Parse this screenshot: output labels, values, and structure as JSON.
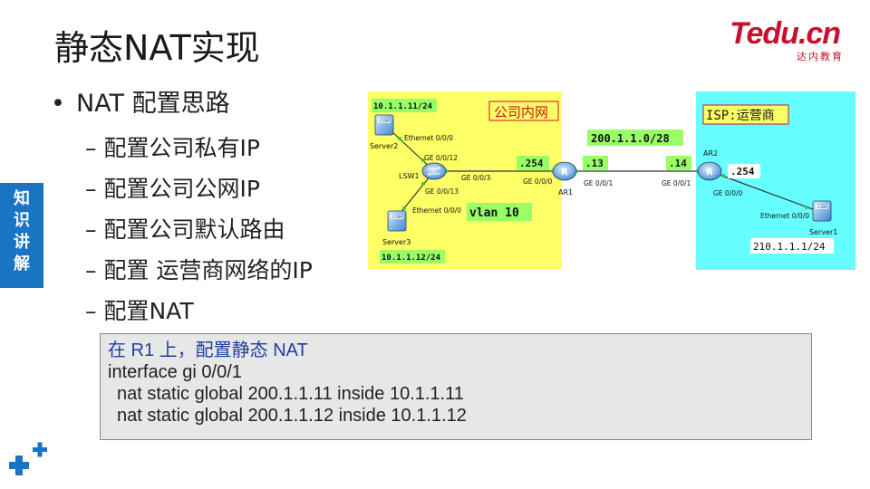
{
  "slide": {
    "title": "静态NAT实现",
    "logo_main": "Tedu.cn",
    "logo_sub": "达内教育",
    "side_tab": [
      "知",
      "识",
      "讲",
      "解"
    ]
  },
  "content": {
    "heading": "NAT 配置思路",
    "items": [
      "配置公司私有IP",
      "配置公司公网IP",
      "配置公司默认路由",
      "配置 运营商网络的IP",
      "配置NAT"
    ]
  },
  "diagram": {
    "company_label": "公司内网",
    "isp_label": "ISP:运营商",
    "server2_ip": "10.1.1.11/24",
    "server3_ip": "10.1.1.12/24",
    "server1_ip": "210.1.1.1/24",
    "vlan": "vlan 10",
    "wan_net": "200.1.1.0/28",
    "ar1_lan": ".254",
    "ar1_wan": ".13",
    "ar2_wan": ".14",
    "ar2_lan": ".254",
    "devices": {
      "server2": "Server2",
      "server3": "Server3",
      "server1": "Server1",
      "lsw1": "LSW1",
      "ar1": "AR1",
      "ar2": "AR2"
    },
    "ports": {
      "srv2_eth": "Ethernet 0/0/0",
      "lsw_g12": "GE 0/0/12",
      "lsw_g3": "GE 0/0/3",
      "lsw_g13": "GE 0/0/13",
      "srv3_eth": "Ethernet 0/0/0",
      "ar1_g0": "GE 0/0/0",
      "ar1_g1": "GE 0/0/1",
      "ar2_g1": "GE 0/0/1",
      "ar2_g0": "GE 0/0/0",
      "srv1_eth": "Ethernet 0/0/0"
    },
    "server_badge": ".COM",
    "router_badge": "R"
  },
  "code": {
    "comment": "在 R1 上，配置静态 NAT",
    "line1": "interface gi 0/0/1",
    "line2": "nat static global 200.1.1.11 inside 10.1.1.11",
    "line3": "nat static global 200.1.1.12 inside 10.1.1.12"
  },
  "colors": {
    "company_bg": "#ffff66",
    "isp_bg": "#66ffff",
    "label_bg": "#99ff66",
    "accent": "#1a74c4",
    "brand": "#c8102e"
  }
}
